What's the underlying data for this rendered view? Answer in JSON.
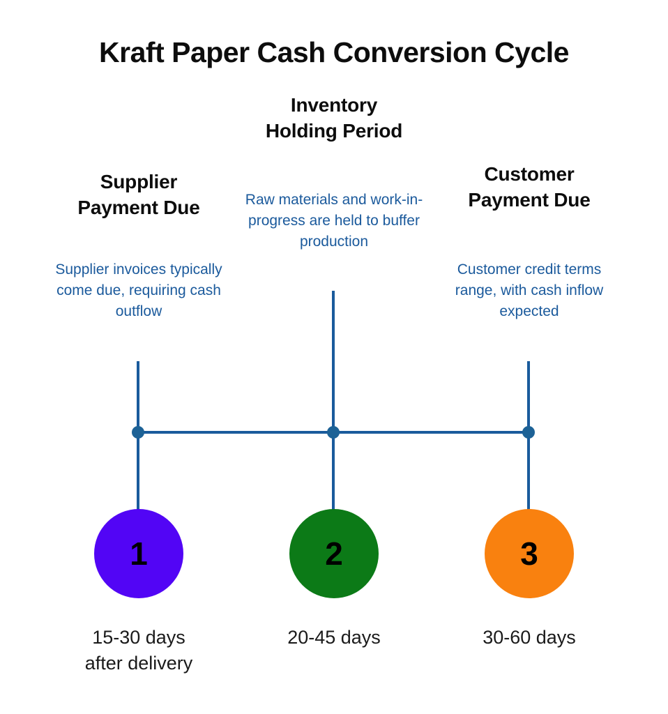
{
  "title": "Kraft Paper Cash Conversion Cycle",
  "colors": {
    "title_text": "#0d0d0d",
    "heading_text": "#0d0d0d",
    "description_text": "#1b5a9c",
    "timeline_line": "#1a5b9c",
    "timeline_node": "#1d6296",
    "duration_text": "#1a1a1a",
    "background": "#ffffff",
    "step1_circle": "#5205f5",
    "step2_circle": "#0c7a17",
    "step3_circle": "#f9810f"
  },
  "chart_data": {
    "type": "diagram",
    "subtype": "timeline",
    "title": "Kraft Paper Cash Conversion Cycle",
    "orientation": "horizontal",
    "steps": [
      {
        "number": "1",
        "heading": "Supplier Payment Due",
        "heading_lines": [
          "Supplier",
          "Payment Due"
        ],
        "description": "Supplier invoices typically come due, requiring cash outflow",
        "duration": "15-30 days after delivery",
        "duration_lines": [
          "15-30 days",
          "after delivery"
        ],
        "circle_color": "#5205f5"
      },
      {
        "number": "2",
        "heading": "Inventory Holding Period",
        "heading_lines": [
          "Inventory",
          "Holding Period"
        ],
        "description": "Raw materials and work-in-progress are held to buffer production",
        "duration": "20-45 days",
        "duration_lines": [
          "20-45 days"
        ],
        "circle_color": "#0c7a17"
      },
      {
        "number": "3",
        "heading": "Customer Payment Due",
        "heading_lines": [
          "Customer",
          "Payment Due"
        ],
        "description": "Customer credit terms range, with cash inflow expected",
        "duration": "30-60 days",
        "duration_lines": [
          "30-60 days"
        ],
        "circle_color": "#f9810f"
      }
    ]
  }
}
